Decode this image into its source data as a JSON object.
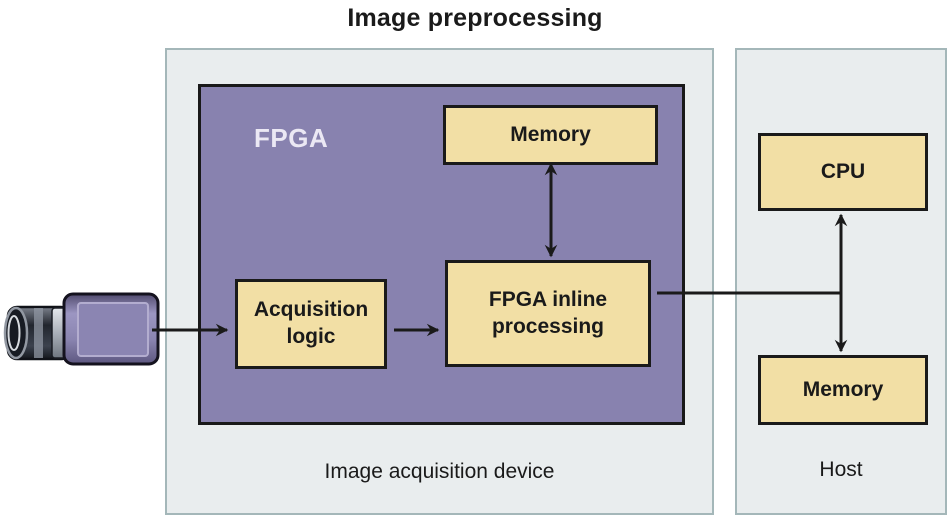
{
  "title": "Image preprocessing",
  "acquisition_device": {
    "caption": "Image acquisition device",
    "fpga": {
      "label": "FPGA",
      "memory_label": "Memory",
      "inline_processing_label": "FPGA inline processing",
      "acquisition_logic_label": "Acquisition logic"
    }
  },
  "host": {
    "caption": "Host",
    "cpu_label": "CPU",
    "memory_label": "Memory"
  },
  "icons": {
    "camera": "camera-icon",
    "arrows": [
      "camera-to-acquisition-arrow",
      "acquisition-to-inline-arrow",
      "memory-inline-double-arrow",
      "inline-to-host-connector",
      "cpu-memory-double-arrow"
    ]
  },
  "colors": {
    "panel_bg": "#e9edee",
    "panel_border": "#a4b7b9",
    "fpga_fill": "#8882af",
    "fpga_border": "#191919",
    "box_fill": "#f2dfa5",
    "box_border": "#1a1a1a",
    "arrow": "#1a1a1a",
    "fpga_label": "#ebe8f4",
    "text": "#1a1a1a"
  }
}
